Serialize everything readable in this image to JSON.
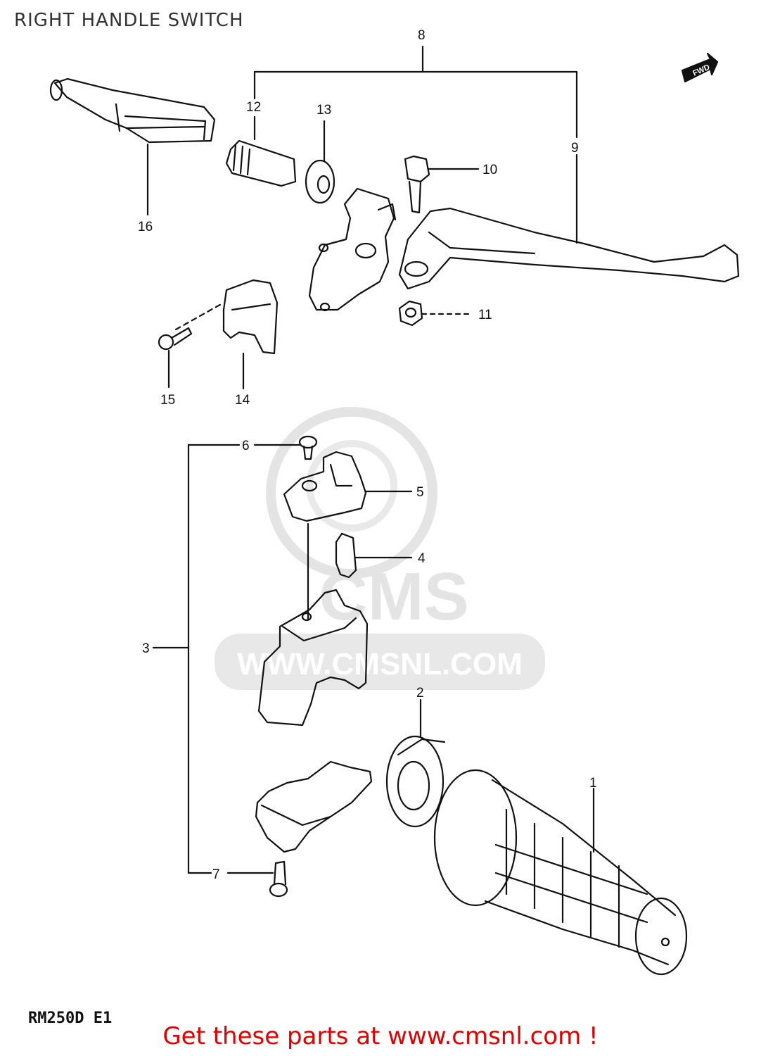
{
  "header": {
    "title": "RIGHT HANDLE SWITCH"
  },
  "model_code": "RM250D  E1",
  "footer": {
    "text": "Get these parts at www.cmsnl.com !"
  },
  "watermark": {
    "brand": "CMS",
    "url": "WWW.CMSNL.COM"
  },
  "direction_marker": {
    "label": "FWD"
  },
  "colors": {
    "footer": "#e00000",
    "line": "#111111",
    "watermark": "#d0d0d0"
  },
  "callouts": [
    {
      "id": "1",
      "label": "1"
    },
    {
      "id": "2",
      "label": "2"
    },
    {
      "id": "3",
      "label": "3"
    },
    {
      "id": "4",
      "label": "4"
    },
    {
      "id": "5",
      "label": "5"
    },
    {
      "id": "6",
      "label": "6"
    },
    {
      "id": "7",
      "label": "7"
    },
    {
      "id": "8",
      "label": "8"
    },
    {
      "id": "9",
      "label": "9"
    },
    {
      "id": "10",
      "label": "10"
    },
    {
      "id": "11",
      "label": "11"
    },
    {
      "id": "12",
      "label": "12"
    },
    {
      "id": "13",
      "label": "13"
    },
    {
      "id": "14",
      "label": "14"
    },
    {
      "id": "15",
      "label": "15"
    },
    {
      "id": "16",
      "label": "16"
    }
  ]
}
